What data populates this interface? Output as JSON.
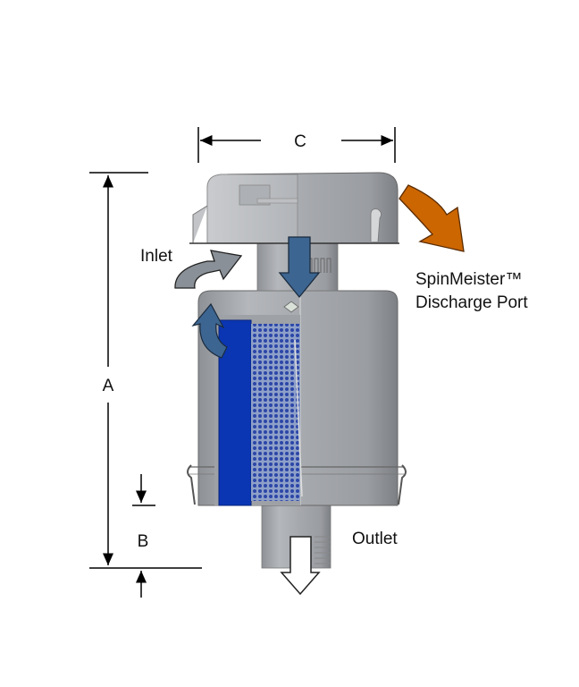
{
  "labels": {
    "dim_c": "C",
    "dim_a": "A",
    "dim_b": "B",
    "inlet": "Inlet",
    "discharge_line1": "SpinMeister™",
    "discharge_line2": "Discharge Port",
    "outlet": "Outlet"
  },
  "colors": {
    "inlet_arrow": "#8a9097",
    "flow_arrow": "#3d6591",
    "discharge_arrow": "#cc6600",
    "filter_blue": "#0a36b4",
    "outlet_arrow": "#ffffff"
  }
}
